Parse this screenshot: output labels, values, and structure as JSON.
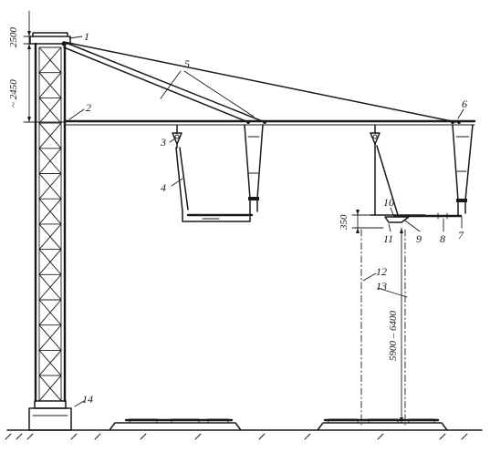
{
  "dimensions": {
    "top_offset": "2500",
    "bracket_spacing": "~ 2450",
    "wire_offset": "350",
    "wire_height": "5900 – 6400"
  },
  "labels": [
    "1",
    "2",
    "3",
    "4",
    "5",
    "6",
    "7",
    "8",
    "9",
    "10",
    "11",
    "12",
    "13",
    "14"
  ]
}
